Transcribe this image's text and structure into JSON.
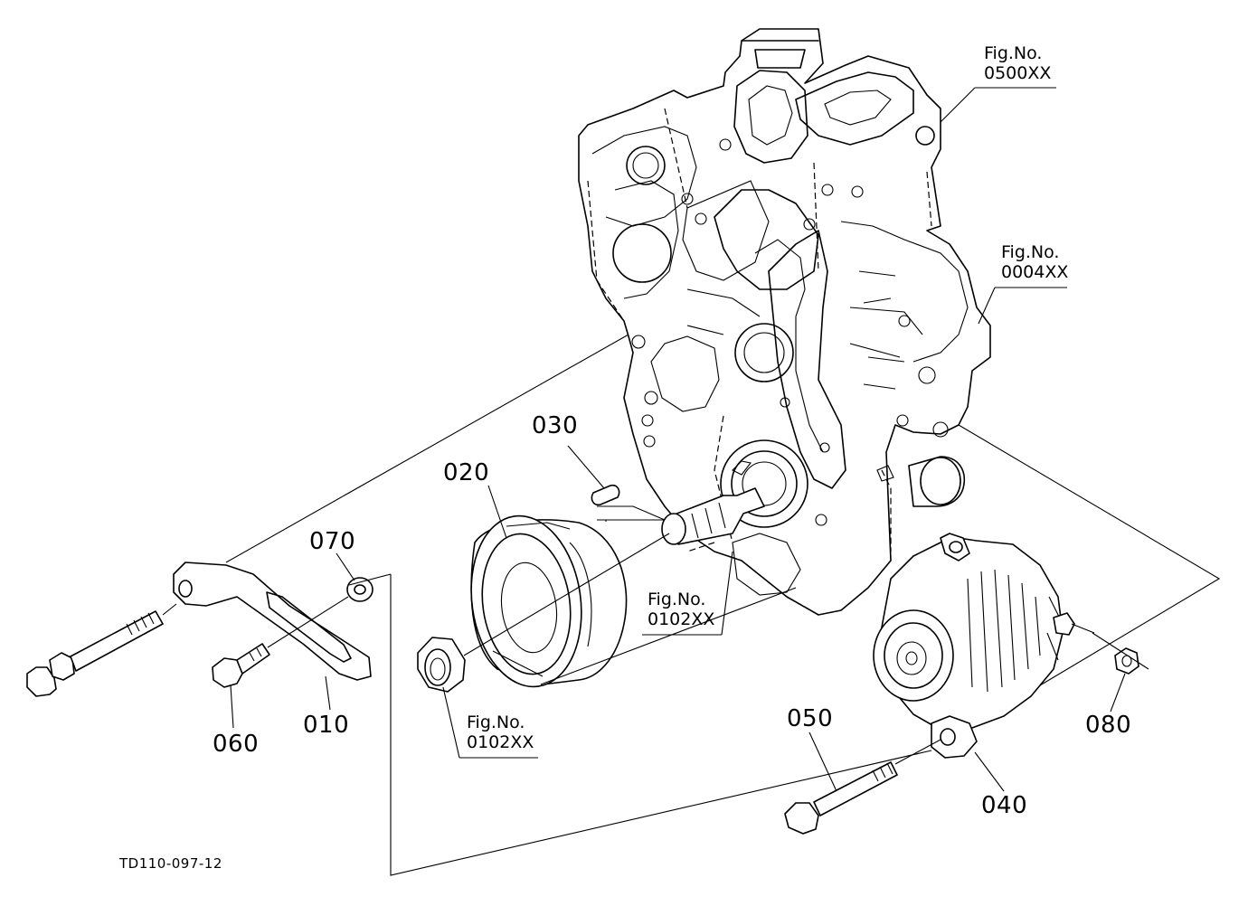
{
  "title": "",
  "drawing_code": "TD110-097-12",
  "parts": [
    {
      "id": "part-label-010",
      "label": "010"
    },
    {
      "id": "part-label-020",
      "label": "020"
    },
    {
      "id": "part-label-030",
      "label": "030"
    },
    {
      "id": "part-label-040",
      "label": "040"
    },
    {
      "id": "part-label-050",
      "label": "050"
    },
    {
      "id": "part-label-060",
      "label": "060"
    },
    {
      "id": "part-label-070",
      "label": "070"
    },
    {
      "id": "part-label-080",
      "label": "080"
    }
  ],
  "figure_refs": [
    {
      "prefix": "Fig.No.",
      "number": "0500XX"
    },
    {
      "prefix": "Fig.No.",
      "number": "0004XX"
    },
    {
      "prefix": "Fig.No.",
      "number": "0102XX"
    },
    {
      "prefix": "Fig.No.",
      "number": "0102XX"
    }
  ],
  "colors": {
    "ink": "#000000",
    "paper": "#ffffff"
  }
}
